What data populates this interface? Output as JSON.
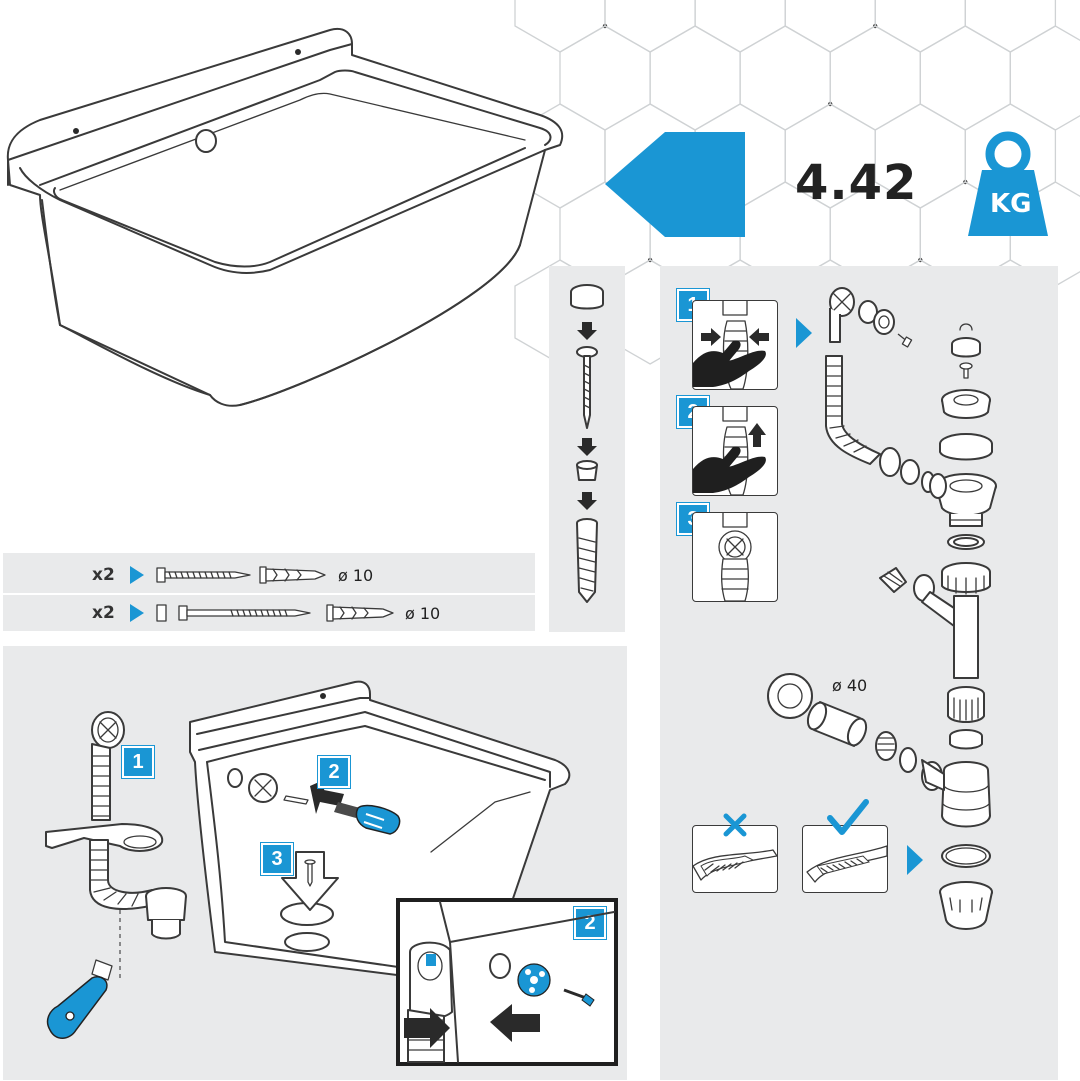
{
  "weight": {
    "value": "4.42",
    "unit": "KG"
  },
  "fixings": {
    "rows": [
      {
        "qty": "x2",
        "diameter": "ø 10"
      },
      {
        "qty": "x2",
        "diameter": "ø 10"
      }
    ]
  },
  "install_panel": {
    "steps": [
      "1",
      "2",
      "3"
    ],
    "detail_step": "2"
  },
  "hose_panel": {
    "steps": [
      "1",
      "2",
      "3"
    ]
  },
  "drain_panel": {
    "pipe_diameter": "ø 40"
  },
  "colors": {
    "accent": "#1a96d4",
    "panel": "#e9eaeb",
    "line": "#3a3a3a"
  },
  "icons": [
    "hexagon-pattern",
    "left-arrow-icon",
    "weight-icon",
    "screw-icon",
    "arrow-down-icon",
    "arrow-right-icon",
    "cross-icon",
    "check-icon"
  ]
}
